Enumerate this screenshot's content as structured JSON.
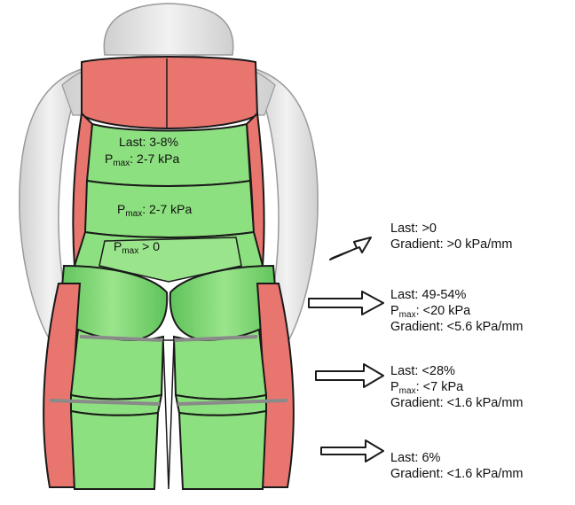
{
  "body_zones": {
    "upper_back": {
      "last": "Last: 3-8%",
      "pmax_prefix": "P",
      "pmax_sub": "max",
      "pmax_value": ": 2-7 kPa"
    },
    "lower_back": {
      "pmax_prefix": "P",
      "pmax_sub": "max",
      "pmax_value": ": 2-7 kPa"
    },
    "waist": {
      "pmax_prefix": "P",
      "pmax_sub": "max",
      "pmax_value": " > 0"
    }
  },
  "annotations": [
    {
      "last": "Last: >0",
      "gradient": "Gradient: >0 kPa/mm"
    },
    {
      "last": "Last: 49-54%",
      "pmax_prefix": "P",
      "pmax_sub": "max",
      "pmax_value": ": <20 kPa",
      "gradient": "Gradient: <5.6 kPa/mm"
    },
    {
      "last": "Last: <28%",
      "pmax_prefix": "P",
      "pmax_sub": "max",
      "pmax_value": ": <7 kPa",
      "gradient": "Gradient: <1.6 kPa/mm"
    },
    {
      "last": "Last: 6%",
      "gradient": "Gradient: <1.6 kPa/mm"
    }
  ],
  "colors": {
    "green_zone": "#8de07f",
    "red_zone": "#e8766f",
    "mannequin": "#e6e6e6",
    "outline": "#1a1a1a"
  }
}
